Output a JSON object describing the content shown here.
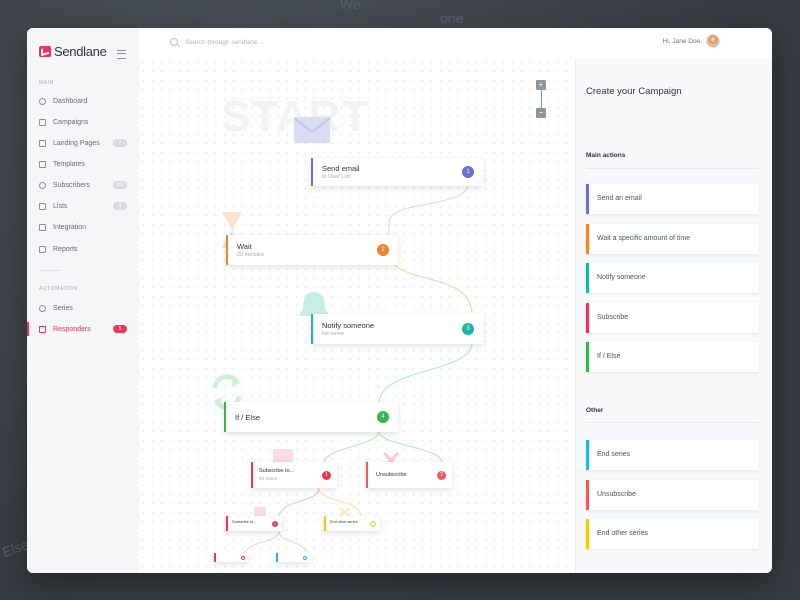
{
  "app": {
    "name": "Sendlane"
  },
  "sidebar": {
    "main_label": "MAIN",
    "automation_label": "AUTOMATION",
    "main_items": [
      {
        "label": "Dashboard",
        "icon": "dashboard-icon",
        "badge": ""
      },
      {
        "label": "Campaigns",
        "icon": "campaigns-icon",
        "badge": ""
      },
      {
        "label": "Landing Pages",
        "icon": "landing-pages-icon",
        "badge": "7"
      },
      {
        "label": "Templates",
        "icon": "templates-icon",
        "badge": ""
      },
      {
        "label": "Subscribers",
        "icon": "subscribers-icon",
        "badge": "982"
      },
      {
        "label": "Lists",
        "icon": "lists-icon",
        "badge": "3"
      },
      {
        "label": "Integration",
        "icon": "integration-icon",
        "badge": ""
      },
      {
        "label": "Reports",
        "icon": "reports-icon",
        "badge": ""
      }
    ],
    "automation_items": [
      {
        "label": "Series",
        "icon": "series-icon",
        "badge": ""
      },
      {
        "label": "Responders",
        "icon": "responders-icon",
        "badge": "5",
        "active": true
      }
    ]
  },
  "header": {
    "search_placeholder": "Search through sendlane ...",
    "greeting": "Hi, Jane Doe."
  },
  "canvas": {
    "start_label": "START",
    "zoom_in": "+",
    "zoom_out": "−",
    "nodes": [
      {
        "title": "Send email",
        "sub": "to User List",
        "num": "1",
        "color": "#6c6fd4"
      },
      {
        "title": "Wait",
        "sub": "20 minutes",
        "num": "2",
        "color": "#f0842c"
      },
      {
        "title": "Notify  someone",
        "sub": "list name",
        "num": "3",
        "color": "#1fb5a0"
      },
      {
        "title": "If / Else",
        "sub": "",
        "num": "4",
        "color": "#38b54a"
      },
      {
        "title": "Subscribe to...",
        "sub": "list name",
        "num": "1",
        "color": "#e8355a"
      },
      {
        "title": "Unsubscribe",
        "sub": "",
        "num": "2",
        "color": "#ef5a5a"
      },
      {
        "title": "Subscribe to...",
        "sub": "",
        "num": "1",
        "color": "#e8355a"
      },
      {
        "title": "End other series",
        "sub": "",
        "num": "",
        "color": "#f5c518"
      }
    ]
  },
  "panel": {
    "title": "Create your Campaign",
    "main_actions_label": "Main actions",
    "other_label": "Other",
    "main_actions": [
      {
        "label": "Send an email",
        "color": "#6c6fd4"
      },
      {
        "label": "Wait a specific amount of time",
        "color": "#f0842c"
      },
      {
        "label": "Notify  someone",
        "color": "#1fb5a0"
      },
      {
        "label": "Subscribe",
        "color": "#e8355a"
      },
      {
        "label": "If / Else",
        "color": "#38b54a"
      }
    ],
    "other_actions": [
      {
        "label": "End series",
        "color": "#2ab0e6"
      },
      {
        "label": "Unsubscribe",
        "color": "#ef5a5a"
      },
      {
        "label": "End other series",
        "color": "#f5c518"
      }
    ]
  },
  "background": {
    "texts": [
      "We",
      "one",
      "Else"
    ]
  }
}
